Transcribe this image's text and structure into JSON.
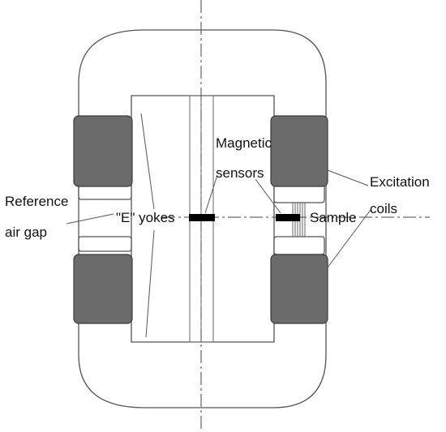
{
  "labels": {
    "reference_line1": "Reference",
    "reference_line2": "air gap",
    "e_yokes": "\"E\" yokes",
    "magnetic_line1": "Magnetic",
    "magnetic_line2": "sensors",
    "excitation_line1": "Excitation",
    "excitation_line2": "coils",
    "sample": "Sample"
  },
  "colors": {
    "coil_fill": "#6b6b6b",
    "sensor_fill": "#000000",
    "outline": "#555555"
  }
}
